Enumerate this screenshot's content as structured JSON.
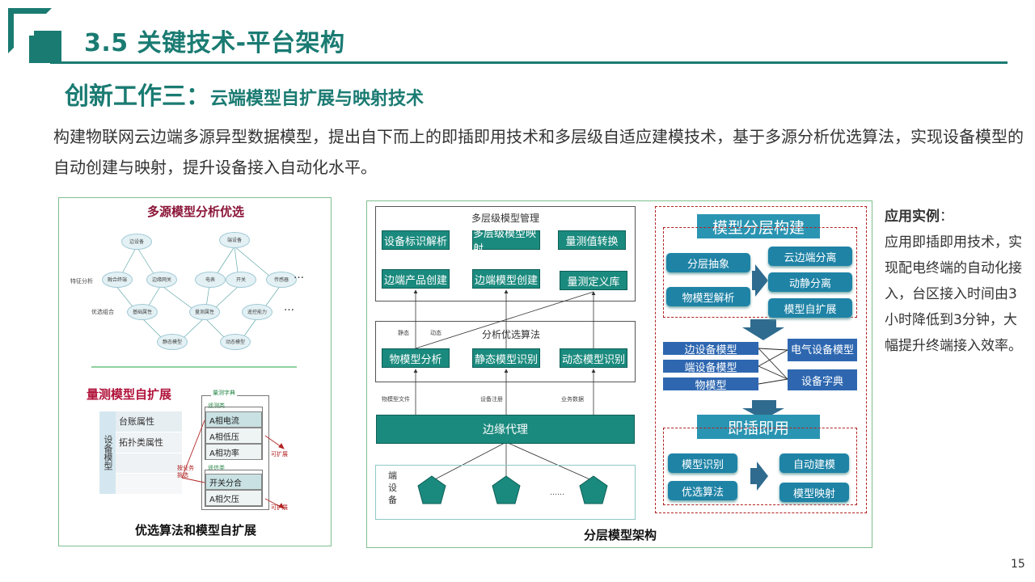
{
  "header": {
    "title": "3.5 关键技术-平台架构"
  },
  "subtitle": {
    "main": "创新工作三：",
    "sub": "云端模型自扩展与映射技术"
  },
  "paragraph": "构建物联网云边端多源异型数据模型，提出自下而上的即插即用技术和多层级自适应建模技术，基于多源分析优选算法，实现设备模型的自动创建与映射，提升设备接入自动化水平。",
  "left_panel": {
    "top_title": "多源模型分析优选",
    "row_labels": [
      "特征分析",
      "优选组合"
    ],
    "nodes": [
      "边设备",
      "端设备",
      "融合终端",
      "边缘网关",
      "电表",
      "开关",
      "传感器",
      "基础属性",
      "量测属性",
      "遥控能力",
      "静态模型",
      "动态模型"
    ],
    "ellipsis": "…",
    "mid_title": "量测模型自扩展",
    "device_model_label": "设备模型",
    "attr_rows": [
      "台账属性",
      "拓扑类属性"
    ],
    "measure_header": "量测字典",
    "group1_label": "遥测类",
    "group1": [
      "A相电流",
      "A相低压",
      "A相功率"
    ],
    "group2_label": "遥信类",
    "group2": [
      "开关分合",
      "A相欠压"
    ],
    "expand_label": "可扩展",
    "select_label": "按业务挑选",
    "caption": "优选算法和模型自扩展"
  },
  "middle_panel": {
    "mgmt_title": "多层级模型管理",
    "mgmt_row1": [
      "设备标识解析",
      "多层级模型映射",
      "量测值转换"
    ],
    "mgmt_row2": [
      "边端产品创建",
      "边端模型创建",
      "量测定义库"
    ],
    "algo_title": "分析优选算法",
    "algo_tags": [
      "静态",
      "动态"
    ],
    "algo_row": [
      "物模型分析",
      "静态模型识别",
      "动态模型识别"
    ],
    "flow_labels": [
      "物模型文件",
      "设备注册",
      "业务数据"
    ],
    "edge_proxy": "边缘代理",
    "end_label": "端设备",
    "dots": "……",
    "caption": "分层模型架构"
  },
  "right_diagram": {
    "layer_title": "模型分层构建",
    "left_items": [
      "分层抽象",
      "物模型解析"
    ],
    "right_items": [
      "云边端分离",
      "动静分离",
      "模型自扩展"
    ],
    "blue_items": [
      "边设备模型",
      "端设备模型",
      "物模型"
    ],
    "electric": "电气设备模型",
    "dictionary": "设备字典",
    "plug_title": "即插即用",
    "plug_left": [
      "模型识别",
      "优选算法"
    ],
    "plug_right": [
      "自动建模",
      "模型映射"
    ]
  },
  "side_note": {
    "label": "应用实例",
    "colon": "：",
    "text": "应用即插即用技术，实现配电终端的自动化接入，台区接入时间由3小时降低到3分钟，大幅提升终端接入效率。"
  },
  "page_number": "15",
  "colors": {
    "accent": "#1a7b72",
    "teal_button": "#1b8a7e",
    "blue_button": "#1f83a6",
    "red_dash": "#b22222"
  }
}
